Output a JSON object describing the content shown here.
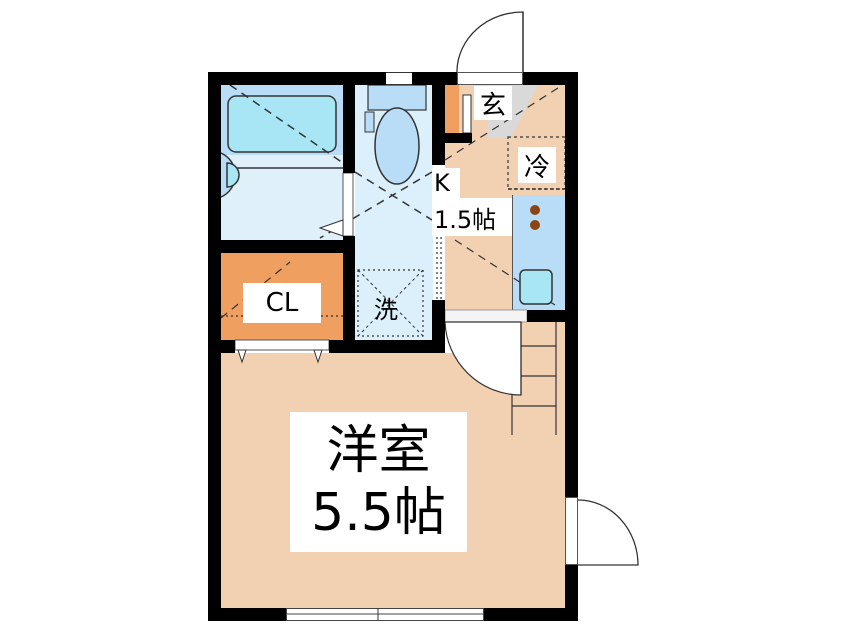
{
  "floorplan": {
    "rooms": {
      "western_room": {
        "name": "洋室",
        "size": "5.5帖"
      },
      "kitchen": {
        "name": "K",
        "size": "1.5帖"
      },
      "closet": {
        "name": "CL"
      },
      "entrance": {
        "name": "玄"
      },
      "refrigerator": {
        "name": "冷"
      },
      "washer": {
        "name": "洗"
      }
    },
    "colors": {
      "wall": "#000000",
      "wet_area": "#dcf0fb",
      "bathtub": "#a8e6f5",
      "floor": "#f2d1b3",
      "closet": "#ef9f5f",
      "stove_burner": "#8b4513",
      "entry_floor": "#d9d9d9"
    }
  }
}
